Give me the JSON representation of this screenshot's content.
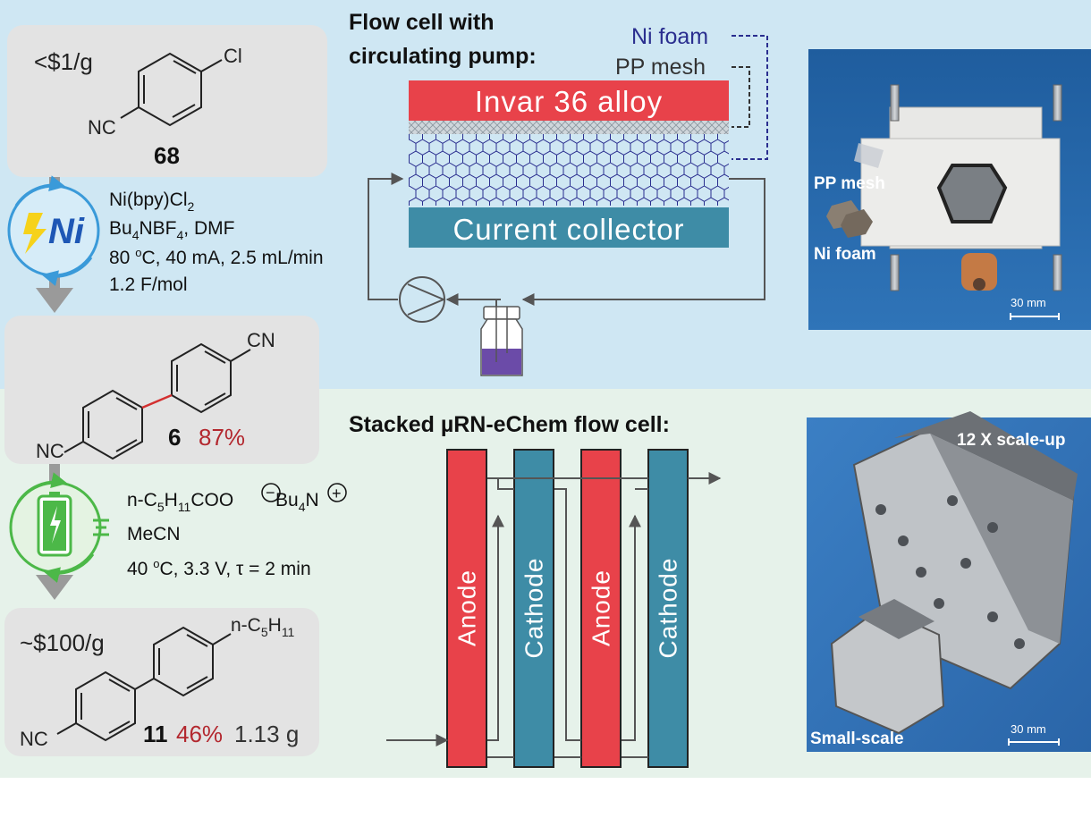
{
  "colors": {
    "top_band": "#cfe7f3",
    "bottom_band": "#e6f2ea",
    "panel": "#e3e3e3",
    "red": "#e8424a",
    "teal": "#3e8ca6",
    "navy": "#2a2e8f",
    "gray_text": "#333333",
    "yield_red": "#b3282f",
    "green": "#4cb848",
    "blue_arrow": "#3a9ad9",
    "ni_blue": "#1e57b5",
    "lightning": "#f6d21a",
    "vial_liquid": "#6b4ba8"
  },
  "top": {
    "title_line1": "Flow cell with",
    "title_line2": "circulating pump:",
    "ni_foam_label": "Ni foam",
    "pp_mesh_label": "PP mesh",
    "invar_label": "Invar 36 alloy",
    "collector_label": "Current collector"
  },
  "steps": {
    "s1": {
      "price": "<$1/g",
      "cl": "Cl",
      "nc": "NC",
      "compound_number": "68"
    },
    "s2": {
      "ni_symbol": "Ni",
      "conditions": {
        "cat": "Ni(bpy)Cl",
        "cat_sub": "2",
        "salt_a": "Bu",
        "salt_sub1": "4",
        "salt_b": "NBF",
        "salt_sub2": "4",
        "salt_c": ", DMF",
        "line3_a": "80 ",
        "line3_sup": "o",
        "line3_b": "C, 40 mA, 2.5 mL/min",
        "line4": "1.2 F/mol"
      }
    },
    "s3": {
      "cn": "CN",
      "nc": "NC",
      "compound_number": "6",
      "yield": "87%"
    },
    "s4": {
      "a": "n-C",
      "sub1": "5",
      "b": "H",
      "sub2": "11",
      "c": "COO",
      "minus": "−",
      "d": " Bu",
      "sub3": "4",
      "e": "N",
      "plus": "+",
      "solvent": "MeCN",
      "cond_a": "40 ",
      "cond_sup": "o",
      "cond_b": "C, 3.3 V, τ = 2 min"
    },
    "s5": {
      "price": "~$100/g",
      "sub_a": "n-C",
      "sub_s1": "5",
      "sub_b": "H",
      "sub_s2": "11",
      "nc": "NC",
      "compound_number": "11",
      "yield": "46%",
      "mass": "1.13 g"
    }
  },
  "photo_top": {
    "pp_mesh_label": "PP mesh",
    "ni_foam_label": "Ni foam",
    "scale": "30 mm"
  },
  "bottom": {
    "title": "Stacked µRN-eChem flow cell:",
    "plates": [
      "Anode",
      "Cathode",
      "Anode",
      "Cathode"
    ]
  },
  "photo_bottom": {
    "scaleup_label": "12 X scale-up",
    "small_label": "Small-scale",
    "scale": "30 mm"
  }
}
